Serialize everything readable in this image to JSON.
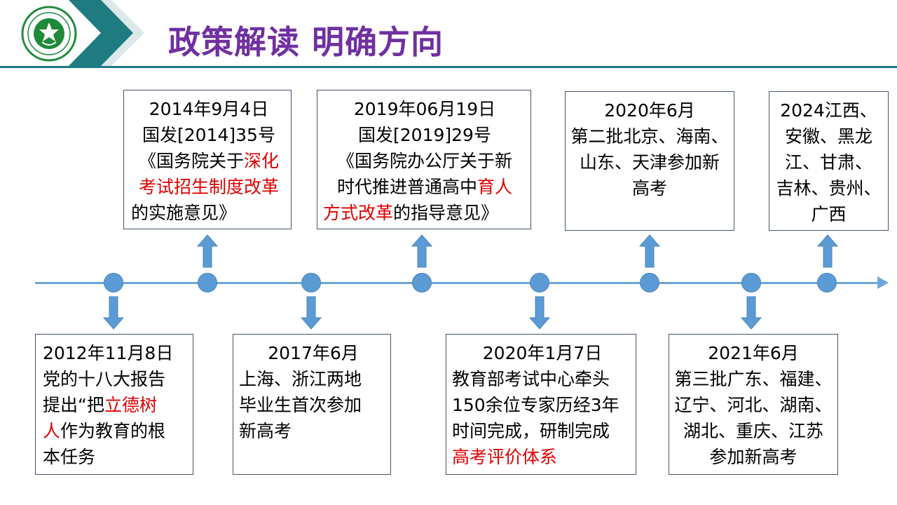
{
  "header": {
    "title": "政策解读 明确方向",
    "logo": {
      "icon": "school-emblem-icon",
      "colors": {
        "ring": "#1e8a3a",
        "inner": "#1e8a3a"
      }
    }
  },
  "colors": {
    "title": "#7030a0",
    "accent": "#1e7b80",
    "timeline": "#6ea6d9",
    "dot": "#5b9bd5",
    "highlight": "#e00000"
  },
  "events_top": [
    {
      "date": "2014年9月4日",
      "lines": [
        [
          "国发[2014]35号"
        ],
        [
          "《国务院关于",
          "深化"
        ],
        [
          "考试招生制度改革"
        ],
        [
          "的实施意见》"
        ]
      ]
    },
    {
      "date": "2019年06月19日",
      "lines": [
        [
          "国发[2019]29号"
        ],
        [
          "《国务院办公厅关于新"
        ],
        [
          "时代推进普通高中",
          "育人"
        ],
        [
          "方式改革",
          "的指导意见》"
        ]
      ]
    },
    {
      "date": "2020年6月",
      "lines": [
        [
          "第二批北京、海南、"
        ],
        [
          "山东、天津参加新"
        ],
        [
          "高考"
        ]
      ]
    },
    {
      "date": "2024江西、",
      "lines": [
        [
          "安徽、黑龙"
        ],
        [
          "江、甘肃、"
        ],
        [
          "吉林、贵州、"
        ],
        [
          "广西"
        ]
      ]
    }
  ],
  "events_bottom": [
    {
      "date": "2012年11月8日",
      "lines": [
        [
          "党的十八大报告"
        ],
        [
          "提出“把",
          "立德树"
        ],
        [
          "人",
          "作为教育的根"
        ],
        [
          "本任务"
        ]
      ]
    },
    {
      "date": "2017年6月",
      "lines": [
        [
          "上海、浙江两地"
        ],
        [
          "毕业生首次参加"
        ],
        [
          "新高考"
        ]
      ]
    },
    {
      "date": "2020年1月7日",
      "lines": [
        [
          "教育部考试中心牵头"
        ],
        [
          "150余位专家历经3年"
        ],
        [
          "时间完成，研制完成"
        ],
        [
          "高考评价体系"
        ]
      ]
    },
    {
      "date": "2021年6月",
      "lines": [
        [
          "第三批广东、福建、"
        ],
        [
          "辽宁、河北、湖南、"
        ],
        [
          "湖北、重庆、江苏"
        ],
        [
          "参加新高考"
        ]
      ]
    }
  ]
}
